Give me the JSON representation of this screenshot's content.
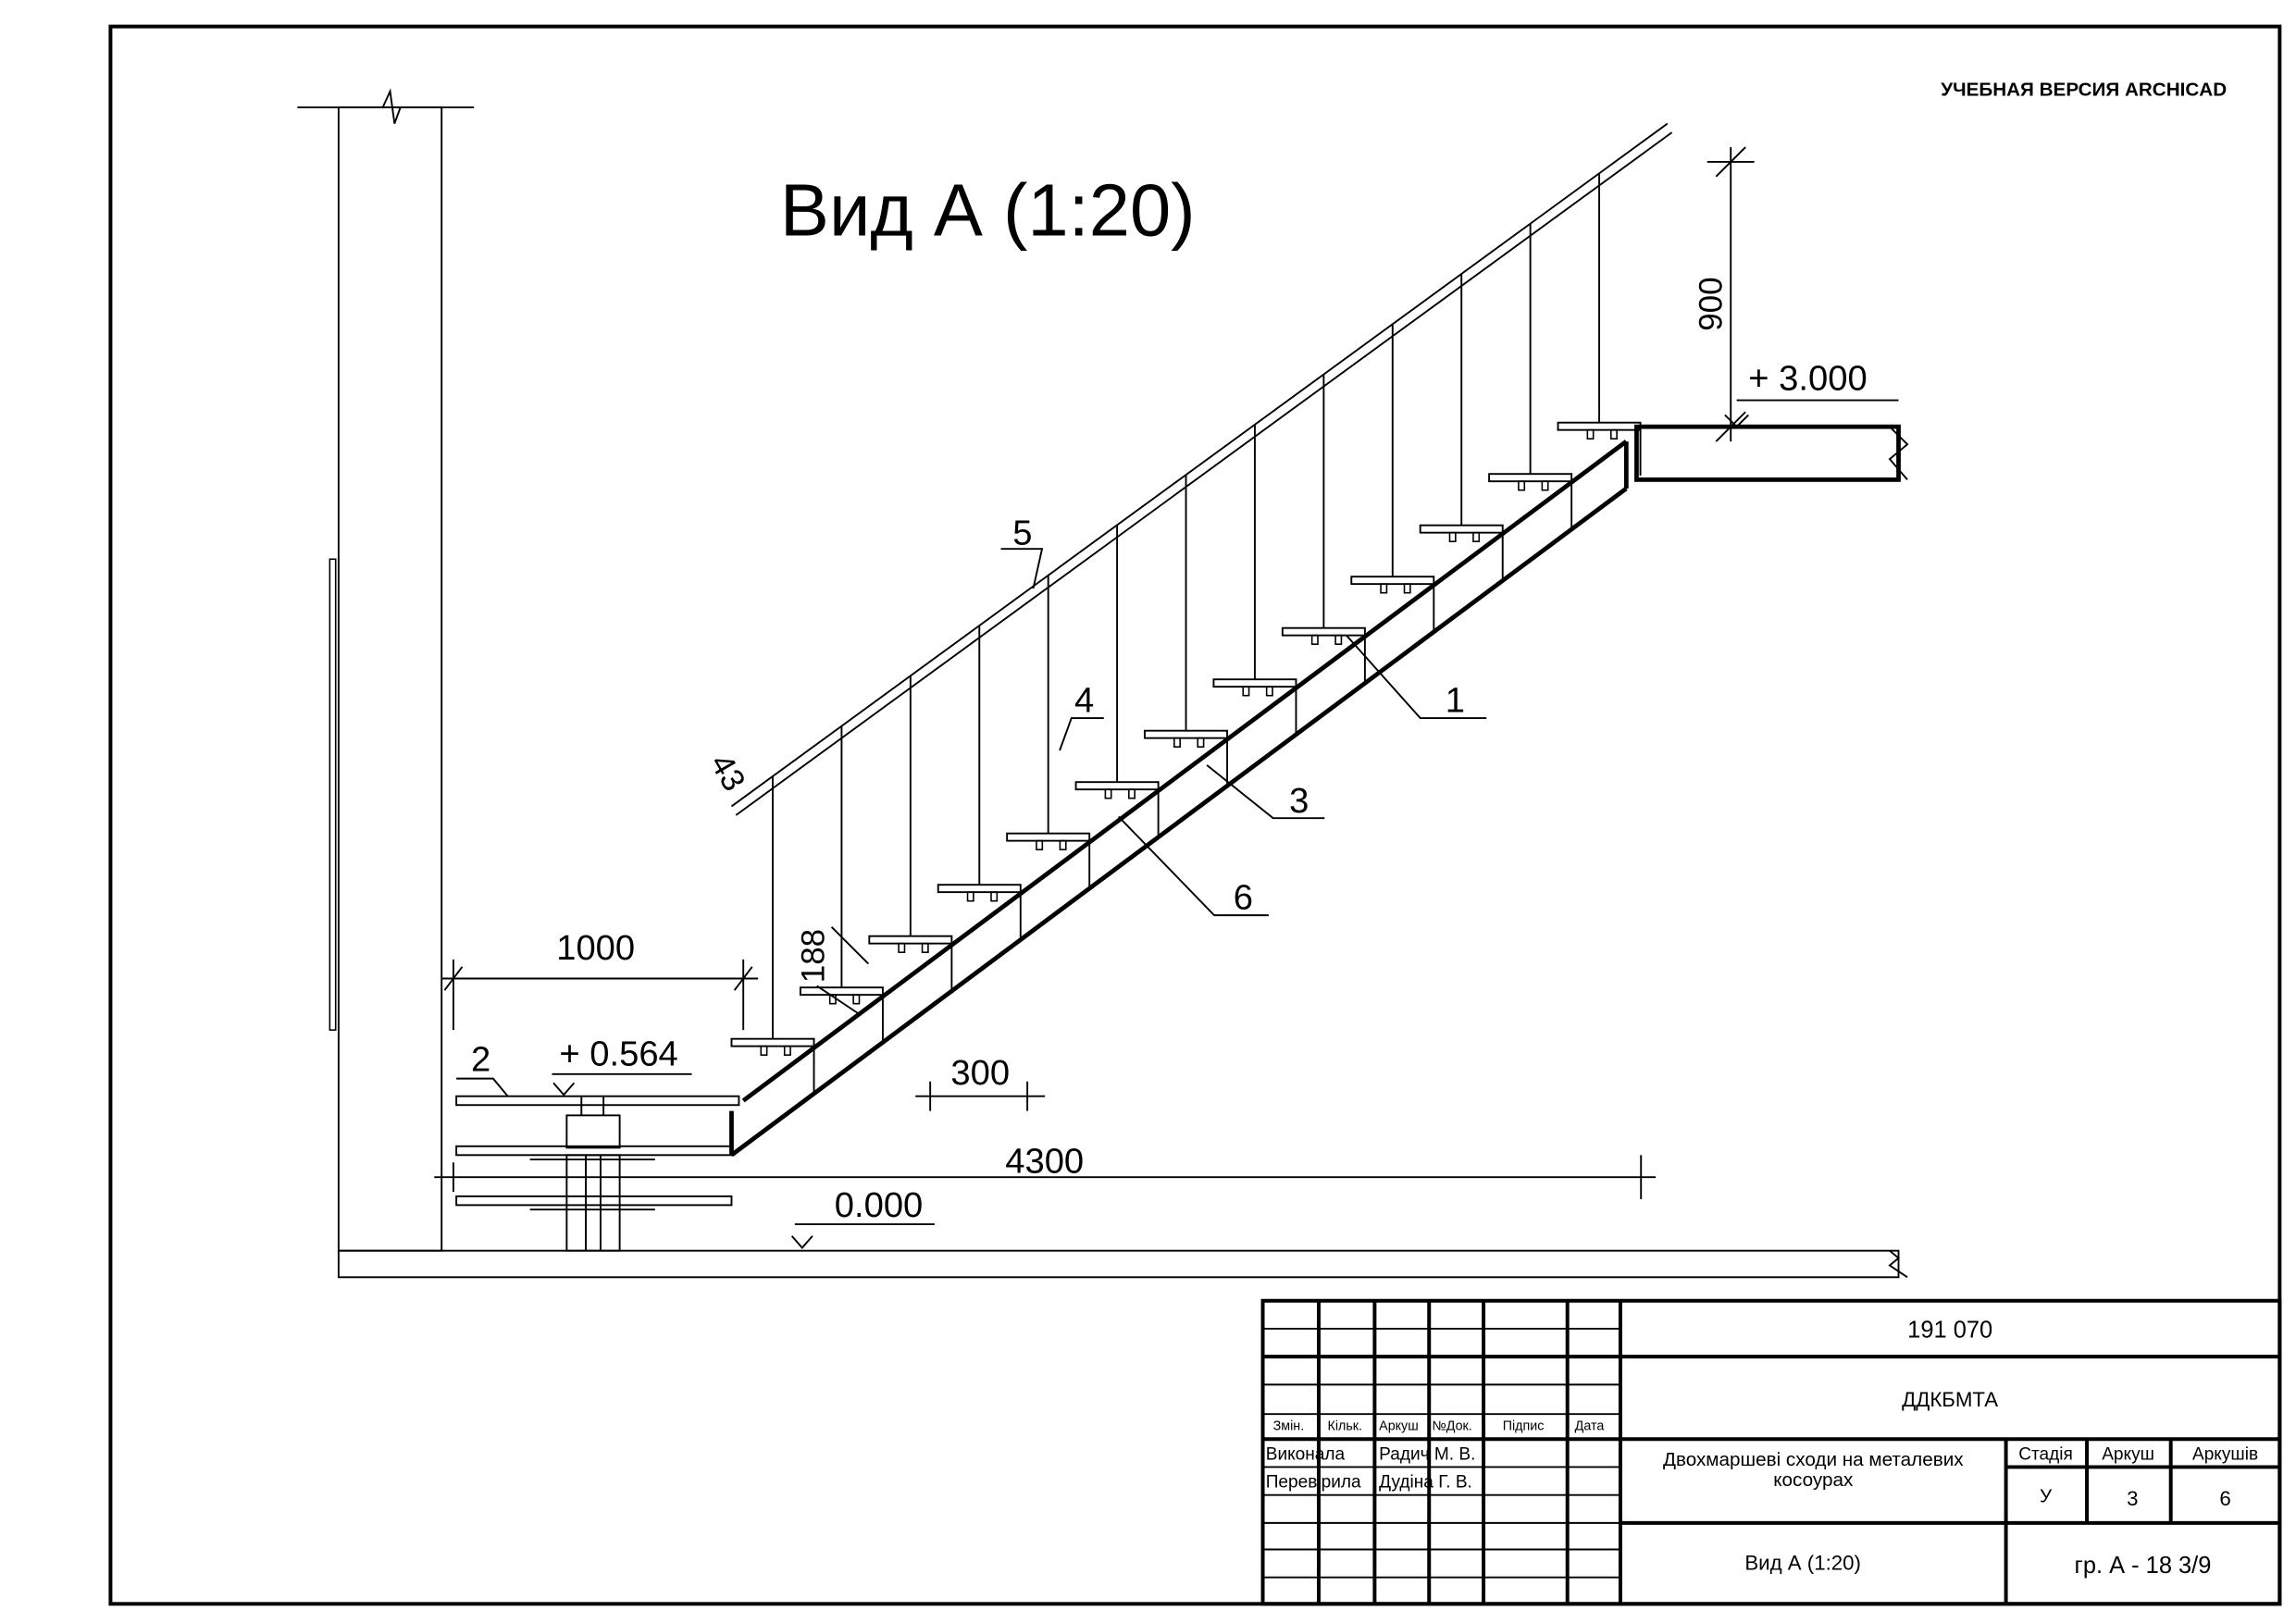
{
  "watermark": "УЧЕБНАЯ ВЕРСИЯ ARCHICAD",
  "view_title": "Вид А (1:20)",
  "dimensions": {
    "railing_height": "900",
    "top_level": "+ 3.000",
    "landing_length": "1000",
    "landing_level": "+ 0.564",
    "tread_depth": "300",
    "run_length": "4300",
    "floor_level": "0.000",
    "riser_height": "188",
    "handrail_size": "43"
  },
  "callouts": [
    "1",
    "2",
    "3",
    "4",
    "5",
    "6"
  ],
  "title_block": {
    "code": "191 070",
    "organization": "ДДКБМТА",
    "headers": [
      "Змін.",
      "Кільк.",
      "Аркуш",
      "№Док.",
      "Підпис",
      "Дата"
    ],
    "roles": [
      {
        "role": "Виконала",
        "name": "Радич М. В."
      },
      {
        "role": "Перевірила",
        "name": "Дудіна Г. В."
      }
    ],
    "project_title": "Двохмаршеві сходи на металевих косоурах",
    "stage_label": "Стадія",
    "sheet_label": "Аркуш",
    "sheets_label": "Аркушів",
    "stage": "У",
    "sheet": "3",
    "sheets": "6",
    "drawing_name": "Вид А (1:20)",
    "group": "гр. А - 18 3/9"
  }
}
